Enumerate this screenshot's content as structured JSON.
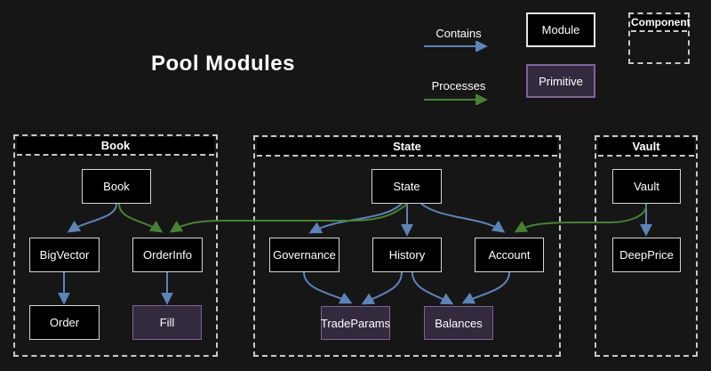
{
  "title": "Pool Modules",
  "legend": {
    "contains": "Contains",
    "processes": "Processes",
    "module": "Module",
    "primitive": "Primitive",
    "component": "Component"
  },
  "clusters": {
    "book": {
      "label": "Book"
    },
    "state": {
      "label": "State"
    },
    "vault": {
      "label": "Vault"
    }
  },
  "nodes": {
    "book": {
      "label": "Book",
      "type": "module"
    },
    "bigvector": {
      "label": "BigVector",
      "type": "module"
    },
    "orderinfo": {
      "label": "OrderInfo",
      "type": "module"
    },
    "order": {
      "label": "Order",
      "type": "module"
    },
    "fill": {
      "label": "Fill",
      "type": "primitive"
    },
    "state": {
      "label": "State",
      "type": "module"
    },
    "governance": {
      "label": "Governance",
      "type": "module"
    },
    "history": {
      "label": "History",
      "type": "module"
    },
    "account": {
      "label": "Account",
      "type": "module"
    },
    "tradeparams": {
      "label": "TradeParams",
      "type": "primitive"
    },
    "balances": {
      "label": "Balances",
      "type": "primitive"
    },
    "vault": {
      "label": "Vault",
      "type": "module"
    },
    "deepprice": {
      "label": "DeepPrice",
      "type": "module"
    }
  },
  "edges": [
    {
      "from": "Book",
      "to": "BigVector",
      "type": "contains"
    },
    {
      "from": "Book",
      "to": "OrderInfo",
      "type": "processes"
    },
    {
      "from": "State",
      "to": "OrderInfo",
      "type": "processes"
    },
    {
      "from": "BigVector",
      "to": "Order",
      "type": "contains"
    },
    {
      "from": "OrderInfo",
      "to": "Fill",
      "type": "contains"
    },
    {
      "from": "State",
      "to": "Governance",
      "type": "contains"
    },
    {
      "from": "State",
      "to": "History",
      "type": "contains"
    },
    {
      "from": "State",
      "to": "Account",
      "type": "contains"
    },
    {
      "from": "Governance",
      "to": "TradeParams",
      "type": "contains"
    },
    {
      "from": "History",
      "to": "TradeParams",
      "type": "contains"
    },
    {
      "from": "History",
      "to": "Balances",
      "type": "contains"
    },
    {
      "from": "Account",
      "to": "Balances",
      "type": "contains"
    },
    {
      "from": "Vault",
      "to": "DeepPrice",
      "type": "contains"
    },
    {
      "from": "Vault",
      "to": "Account",
      "type": "processes"
    }
  ],
  "colors": {
    "background": "#161616",
    "node_fill": "#000000",
    "node_border": "#d6d6d6",
    "primitive_fill": "#342a3e",
    "primitive_border": "#7e6496",
    "cluster_border": "#c8c8c8",
    "contains_edge": "#5d83b8",
    "processes_edge": "#478233",
    "text": "#ffffff"
  }
}
